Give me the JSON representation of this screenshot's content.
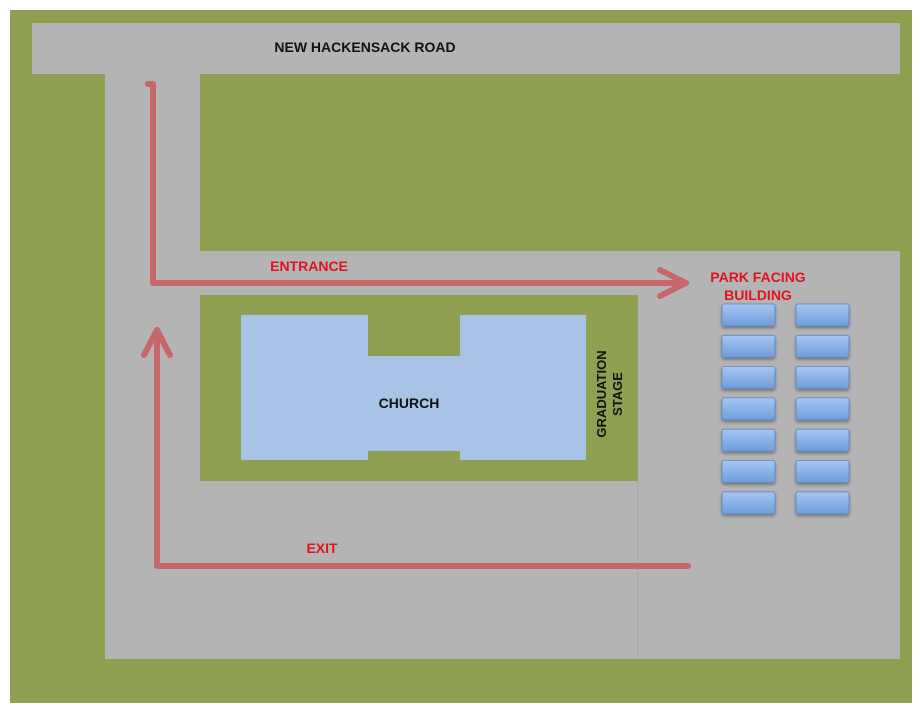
{
  "labels": {
    "road": "NEW HACKENSACK ROAD",
    "entrance": "ENTRANCE",
    "exit": "EXIT",
    "parking_line1": "PARK FACING",
    "parking_line2": "BUILDING",
    "church": "CHURCH",
    "stage_line1": "GRADUATION",
    "stage_line2": "STAGE"
  },
  "parking_spaces": {
    "columns": 2,
    "rows": 7
  },
  "colors": {
    "grass": "#8fa053",
    "pavement": "#b4b4b4",
    "church": "#a9c3e6",
    "parking_space": "#7fa8e3",
    "arrow": "#c8676a",
    "route_text": "#e1141b",
    "text": "#111111"
  }
}
